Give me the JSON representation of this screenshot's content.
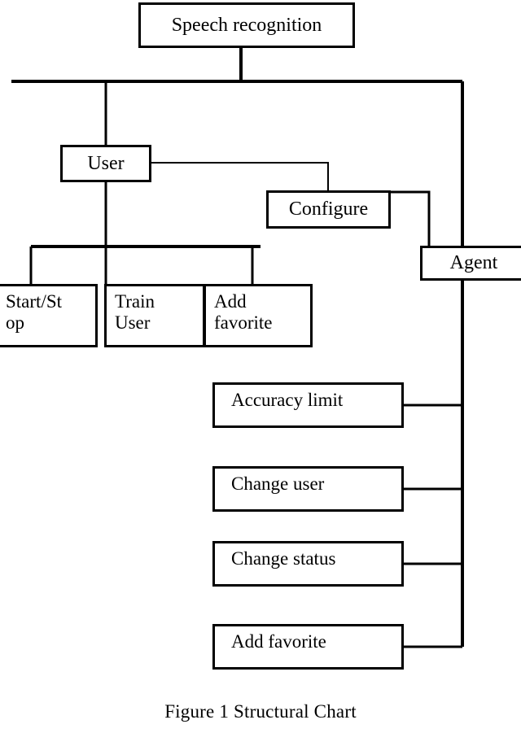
{
  "figure": {
    "caption": "Figure 1 Structural Chart",
    "ink_color": "#000000",
    "background_color": "#ffffff"
  },
  "nodes": {
    "root": {
      "label": "Speech recognition"
    },
    "user": {
      "label": "User"
    },
    "configure": {
      "label": "Configure"
    },
    "agent": {
      "label": "Agent"
    },
    "user_children": [
      {
        "label": "Start/St\nop"
      },
      {
        "label": "Train\nUser"
      },
      {
        "label": "Add\nfavorite"
      }
    ],
    "agent_children": [
      {
        "label": "Accuracy limit"
      },
      {
        "label": "Change user"
      },
      {
        "label": "Change status"
      },
      {
        "label": "Add favorite"
      }
    ]
  }
}
